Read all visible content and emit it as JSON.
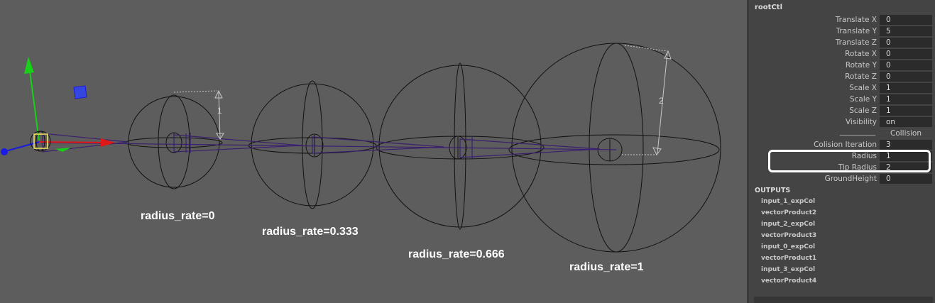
{
  "viewport": {
    "labels": [
      {
        "id": "rate0",
        "text": "radius_rate=0"
      },
      {
        "id": "rate1",
        "text": "radius_rate=0.333"
      },
      {
        "id": "rate2",
        "text": "radius_rate=0.666"
      },
      {
        "id": "rate3",
        "text": "radius_rate=1"
      }
    ],
    "dimension_labels": [
      "1",
      "2"
    ]
  },
  "attribute_editor": {
    "node_name": "rootCtl",
    "attributes": [
      {
        "label": "Translate X",
        "value": "0"
      },
      {
        "label": "Translate Y",
        "value": "5"
      },
      {
        "label": "Translate Z",
        "value": "0"
      },
      {
        "label": "Rotate X",
        "value": "0"
      },
      {
        "label": "Rotate Y",
        "value": "0"
      },
      {
        "label": "Rotate Z",
        "value": "0"
      },
      {
        "label": "Scale X",
        "value": "1"
      },
      {
        "label": "Scale Y",
        "value": "1"
      },
      {
        "label": "Scale Z",
        "value": "1"
      },
      {
        "label": "Visibility",
        "value": "on"
      }
    ],
    "separator": {
      "label": "__________",
      "title": "Collision"
    },
    "custom_attributes": [
      {
        "label": "Colision Iteration",
        "value": "3"
      },
      {
        "label": "Radius",
        "value": "1"
      },
      {
        "label": "Tip Radius",
        "value": "2"
      },
      {
        "label": "GroundHeight",
        "value": "0"
      }
    ],
    "outputs_title": "OUTPUTS",
    "outputs": [
      "input_1_expCol",
      "vectorProduct2",
      "input_2_expCol",
      "vectorProduct3",
      "input_0_expCol",
      "vectorProduct1",
      "input_3_expCol",
      "vectorProduct4"
    ]
  },
  "colors": {
    "viewport_bg": "#5d5d5d",
    "panel_bg": "#444444",
    "field_bg": "#2b2b2b",
    "wire": "#111111",
    "chain": "#3a1f6e",
    "axis_x": "#e01818",
    "axis_y": "#18d018",
    "axis_z": "#1a1ae0",
    "highlight": "#ffffff"
  }
}
